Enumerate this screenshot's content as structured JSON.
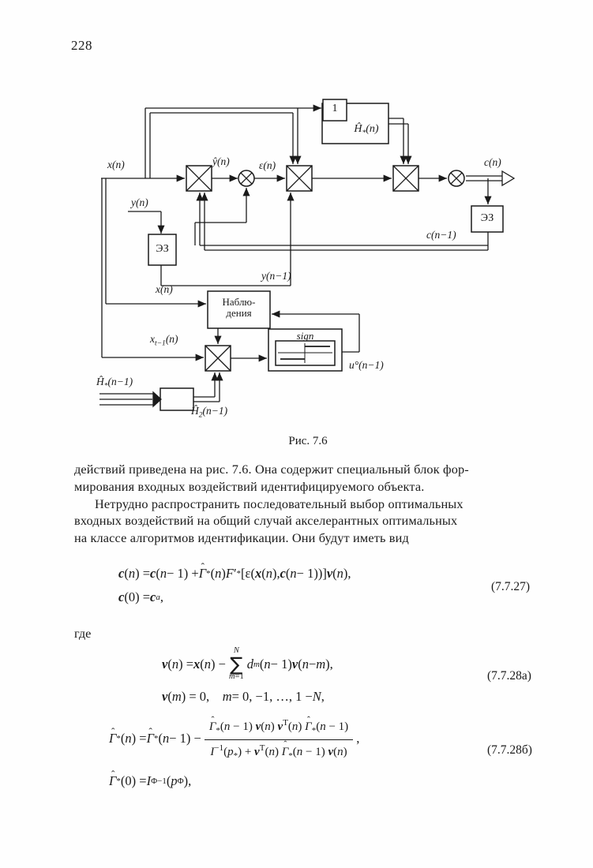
{
  "page_number": "228",
  "figure": {
    "caption": "Рис. 7.6",
    "blocks": {
      "one": "1",
      "h_star_n": "<span style=\"font-style:italic\">Ĥ<sub>*</sub>(n)</span>",
      "ez_right": "ЭЗ",
      "ez_left": "ЭЗ",
      "observer": "Наблю-<br>дения",
      "sign": "sign"
    },
    "labels": {
      "x_n": "x(n)",
      "y_hat_n": "ŷ(n)",
      "eps_n": "ε(n)",
      "c_n": "c(n)",
      "y_n": "y(n)",
      "c_n_minus_1": "c(n−1)",
      "y_n_minus_1": "y(n−1)",
      "x_n_observer": "x(n)",
      "x_t_minus_1_n": "x<sub>t−1</sub>(n)",
      "u_n_minus_1": "u°(n−1)",
      "h_star_n_minus_1": "Ĥ<sub>*</sub>(n−1)",
      "h2_n_minus_1": "Ĥ<sub>2</sub>(n−1)"
    }
  },
  "text": {
    "para1": [
      "действий приведена на рис. 7.6. Она содержит специальный блок фор-",
      "мирования входных воздействий идентифицируемого объекта."
    ],
    "para2": [
      "Нетрудно распространить последовательный выбор оптимальных",
      "входных воздействий на общий случай акселерантных оптимальных",
      "на классе алгоритмов идентификации. Они будут иметь вид"
    ],
    "where": "где"
  },
  "equations": {
    "eq1": {
      "line1": "<span class='bi'>c</span>(<i>n</i>) = <span class='bi'>c</span>(<i>n</i> − 1) + <span class='hat'><i>Γ</i></span><sub>*</sub>(<i>n</i>) <i>F</i>′<sub>*</sub>[ε(<span class='bi'>x</span>(<i>n</i>), <span class='bi'>c</span>(<i>n</i> − 1))] <span class='bi'>v</span>(<i>n</i>),",
      "line2": "<span class='bi'>c</span>(0) = <span class='bi'>c</span><sup><i>a</i></sup>,",
      "number": "(7.7.27)"
    },
    "eq2": {
      "line1": "<span class='bi'>v</span>(<i>n</i>) = <span class='bi'>x</span>(<i>n</i>) − <span class='sum'><span class='sum-t'>N</span><span class='sum-s'>∑</span><span class='sum-b'><i>m</i>=1</span></span> <i>d</i><sub><i>m</i></sub>(<i>n</i> − 1) <span class='bi'>v</span>(<i>n</i> − <i>m</i>),",
      "line2": "<span class='bi'>v</span>(<i>m</i>) = 0,&ensp;&ensp;<i>m</i> = 0, −1, …, 1 − <i>N</i>,",
      "number": "(7.7.28а)"
    },
    "eq3": {
      "line1": "<span class='hat'><i>Γ</i></span><sub>*</sub>(<i>n</i>) = <span class='hat'><i>Γ</i></span><sub>*</sub>(<i>n</i> − 1) − <span class='frac'><span class='num'><span class='hat'><i>Γ</i></span><sub>*</sub>(<i>n</i> − 1) <span class='bi'>v</span>(<i>n</i>) <span class='bi'>v</span><sup>T</sup>(<i>n</i>) <span class='hat'><i>Γ</i></span><sub>*</sub>(<i>n</i> − 1)</span><span class='den'><i>I</i><sup>−1</sup>(<i>p</i><sub>*</sub>) + <span class='bi'>v</span><sup>T</sup>(<i>n</i>) <span class='hat'><i>Γ</i></span><sub>*</sub>(<i>n</i> − 1) <span class='bi'>v</span>(<i>n</i>)</span></span>,",
      "line2": "<span class='hat'><i>Γ</i></span><sub>*</sub>(0) = <i>I</i><sub>Φ</sub><sup>−1</sup>(<i>p</i><sub>Φ</sub>),",
      "number": "(7.7.28б)"
    }
  }
}
